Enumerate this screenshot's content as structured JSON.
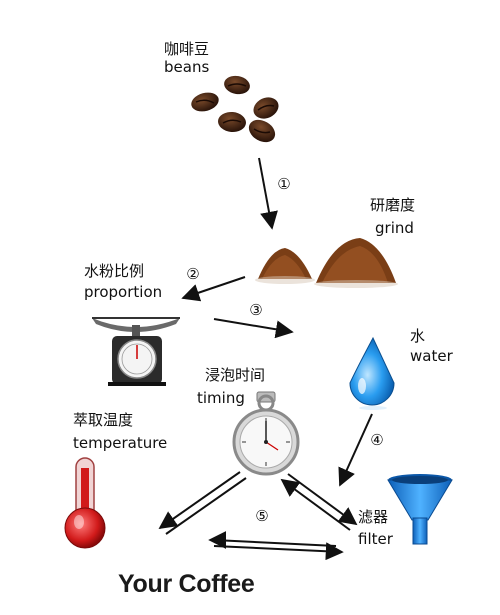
{
  "nodes": {
    "beans": {
      "cn": "咖啡豆",
      "en": "beans"
    },
    "grind": {
      "cn": "研磨度",
      "en": "grind"
    },
    "proportion": {
      "cn": "水粉比例",
      "en": "proportion"
    },
    "water": {
      "cn": "水",
      "en": "water"
    },
    "timing": {
      "cn": "浸泡时间",
      "en": "timing"
    },
    "temperature": {
      "cn": "萃取温度",
      "en": "temperature"
    },
    "filter": {
      "cn": "滤器",
      "en": "filter"
    }
  },
  "steps": [
    "①",
    "②",
    "③",
    "④",
    "⑤"
  ],
  "title": "Your Coffee",
  "colors": {
    "bean": "#3a2014",
    "grounds": "#8a4a1e",
    "water": "#1a8fe0",
    "thermometer": "#d11a1a",
    "funnel": "#1e88e5",
    "arrow": "#111111"
  }
}
